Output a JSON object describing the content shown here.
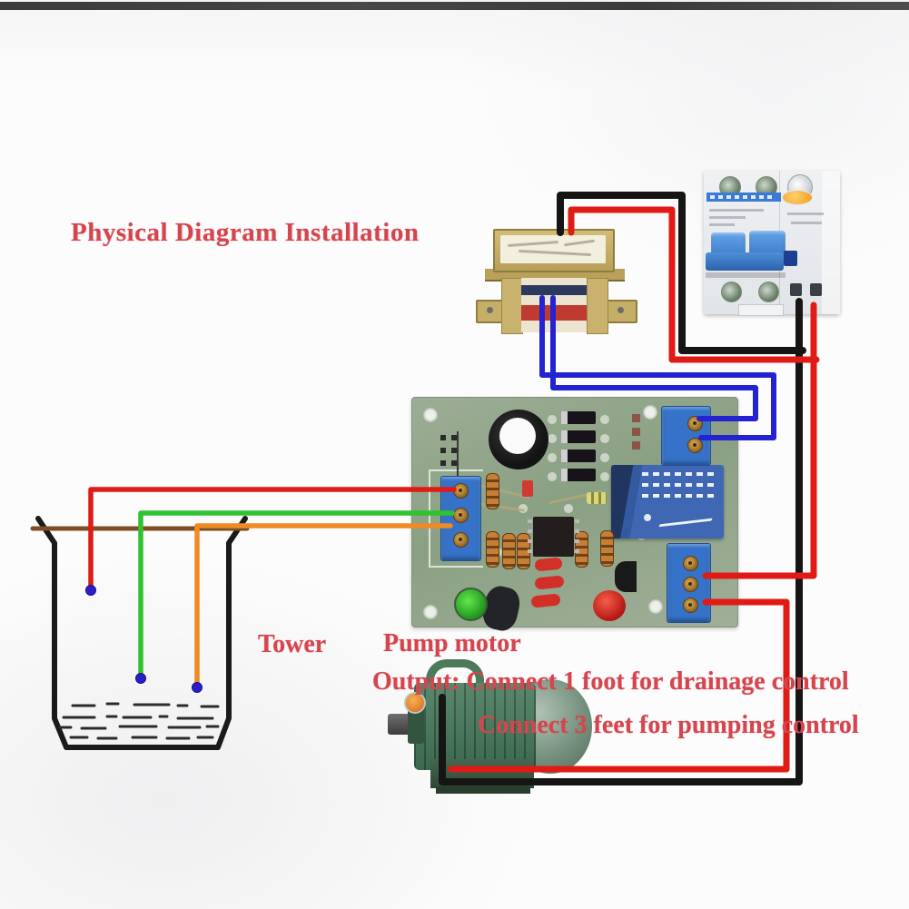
{
  "texts": {
    "title": "Physical Diagram Installation",
    "tower": "Tower",
    "pump_motor": "Pump motor",
    "output_line1": "Output: Connect 1 foot for drainage control",
    "output_line2": "Connect 3 feet for pumping control"
  },
  "colors": {
    "label_red": "#d6454e",
    "wire_red": "#e01b15",
    "wire_black": "#171513",
    "wire_blue": "#2323d2",
    "wire_green": "#2fc32f",
    "wire_orange": "#ef8a24",
    "probe_dot_blue": "#2a1fc4",
    "terminal_blue": "#3572c8",
    "tank_outline": "#1a1a1a",
    "tank_rim_brown": "#7d4e23"
  }
}
